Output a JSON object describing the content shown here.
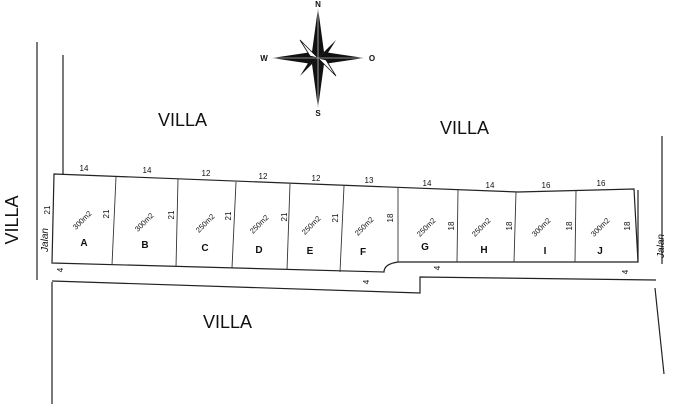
{
  "areas": {
    "top_left": "VILLA",
    "top_right": "VILLA",
    "left_side": "VILLA",
    "bottom": "VILLA"
  },
  "roads": {
    "left": "Jalan",
    "right": "Jalan",
    "width_left": "4",
    "width_mid": "4",
    "width_mid2": "4",
    "width_right": "4"
  },
  "compass": {
    "n": "N",
    "s": "S",
    "w": "W",
    "e": "O"
  },
  "lots": [
    {
      "label": "A",
      "size": "300m2",
      "width": "14",
      "depth": "21"
    },
    {
      "label": "B",
      "size": "300m2",
      "width": "14",
      "depth": "21"
    },
    {
      "label": "C",
      "size": "250m2",
      "width": "12",
      "depth": "21"
    },
    {
      "label": "D",
      "size": "250m2",
      "width": "12",
      "depth": "21"
    },
    {
      "label": "E",
      "size": "250m2",
      "width": "12",
      "depth": "21"
    },
    {
      "label": "F",
      "size": "250m2",
      "width": "13",
      "depth": "18"
    },
    {
      "label": "G",
      "size": "250m2",
      "width": "14",
      "depth": "18"
    },
    {
      "label": "H",
      "size": "250m2",
      "width": "14",
      "depth": "18"
    },
    {
      "label": "I",
      "size": "300m2",
      "width": "16",
      "depth": "18"
    },
    {
      "label": "J",
      "size": "300m2",
      "width": "16",
      "depth": "18"
    }
  ],
  "left_depth": "21"
}
